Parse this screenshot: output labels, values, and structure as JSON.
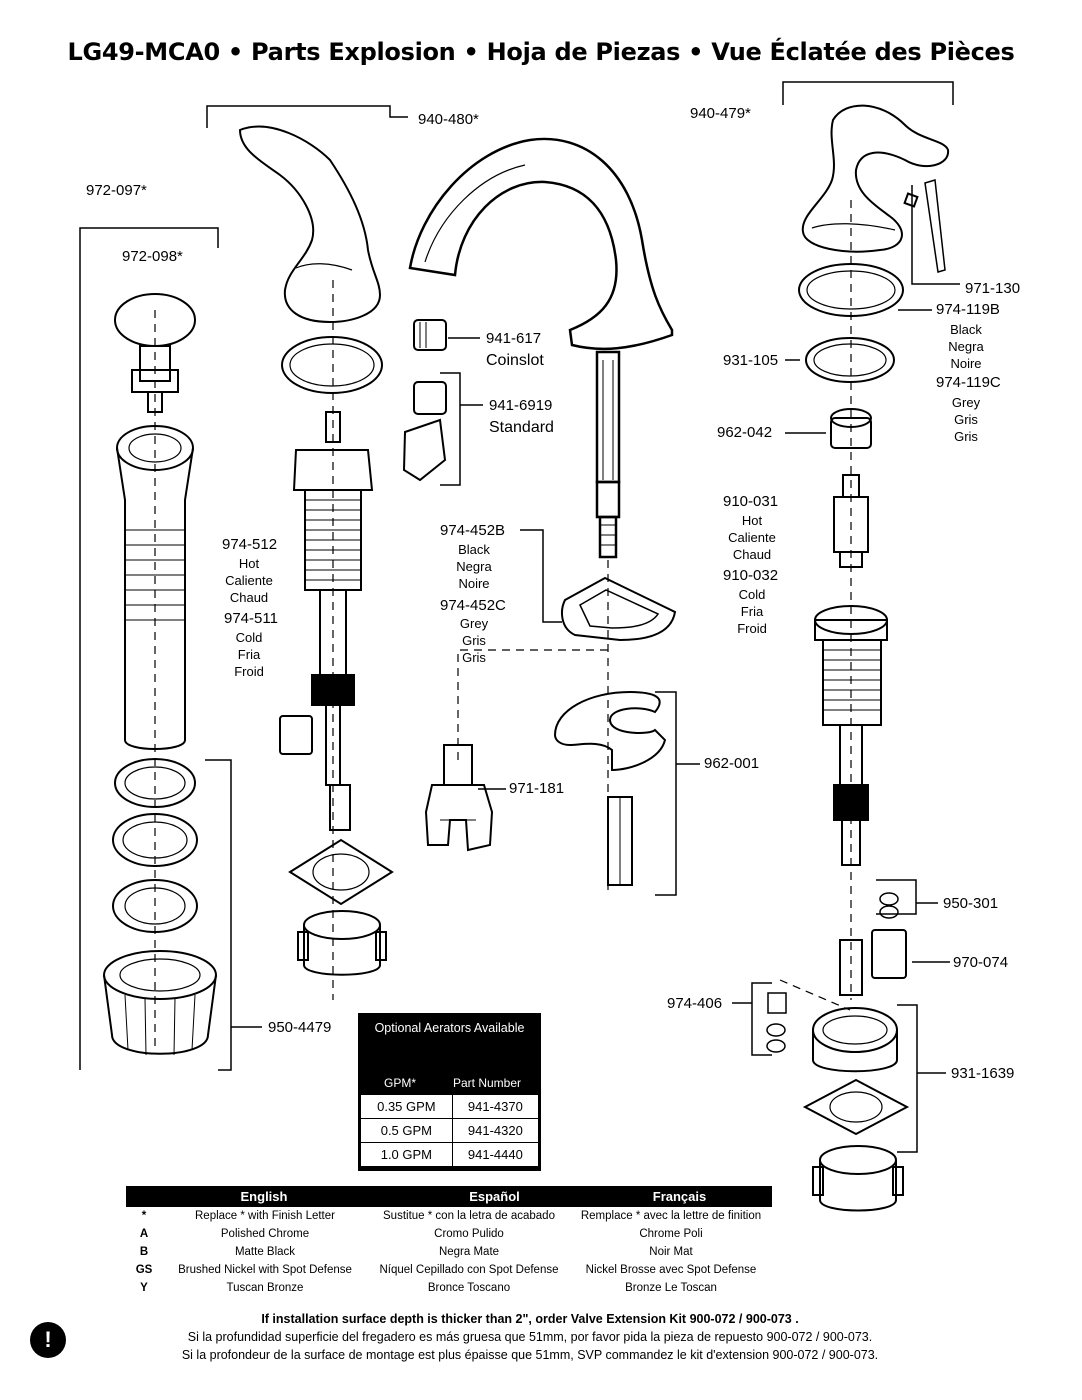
{
  "title": "LG49-MCA0 • Parts Explosion • Hoja de Piezas • Vue Éclatée des Pièces",
  "labels": {
    "p940_480": "940-480*",
    "p940_479": "940-479*",
    "p972_097": "972-097*",
    "p972_098": "972-098*",
    "p941_617": "941-617",
    "p941_617_sub": "Coinslot",
    "p941_6919": "941-6919",
    "p941_6919_sub": "Standard",
    "p971_130": "971-130",
    "p974_119B": "974-119B",
    "p974_119B_sub": [
      "Black",
      "Negra",
      "Noire"
    ],
    "p974_119C": "974-119C",
    "p974_119C_sub": [
      "Grey",
      "Gris",
      "Gris"
    ],
    "p931_105": "931-105",
    "p962_042": "962-042",
    "p910_031": "910-031",
    "p910_031_sub": [
      "Hot",
      "Caliente",
      "Chaud"
    ],
    "p910_032": "910-032",
    "p910_032_sub": [
      "Cold",
      "Fria",
      "Froid"
    ],
    "p974_512": "974-512",
    "p974_512_sub": [
      "Hot",
      "Caliente",
      "Chaud"
    ],
    "p974_511": "974-511",
    "p974_511_sub": [
      "Cold",
      "Fria",
      "Froid"
    ],
    "p974_452B": "974-452B",
    "p974_452B_sub": [
      "Black",
      "Negra",
      "Noire"
    ],
    "p974_452C": "974-452C",
    "p974_452C_sub": [
      "Grey",
      "Gris",
      "Gris"
    ],
    "p962_001": "962-001",
    "p971_181": "971-181",
    "p950_301": "950-301",
    "p970_074": "970-074",
    "p974_406": "974-406",
    "p931_1639": "931-1639",
    "p950_4479": "950-4479"
  },
  "aerators": {
    "heading": "Optional Aerators Available",
    "col_gpm": "GPM*",
    "col_part": "Part Number",
    "rows": [
      {
        "gpm": "0.35 GPM",
        "part": "941-4370"
      },
      {
        "gpm": "0.5 GPM",
        "part": "941-4320"
      },
      {
        "gpm": "1.0 GPM",
        "part": "941-4440"
      }
    ]
  },
  "legend": {
    "headers": {
      "en": "English",
      "es": "Español",
      "fr": "Français"
    },
    "rows": [
      {
        "code": "*",
        "en": "Replace * with Finish Letter",
        "es": "Sustitue * con la letra de acabado",
        "fr": "Remplace * avec la lettre de finition"
      },
      {
        "code": "A",
        "en": "Polished Chrome",
        "es": "Cromo Pulido",
        "fr": "Chrome Poli"
      },
      {
        "code": "B",
        "en": "Matte Black",
        "es": "Negra Mate",
        "fr": "Noir Mat"
      },
      {
        "code": "GS",
        "en": "Brushed Nickel with Spot Defense",
        "es": "Níquel Cepillado con Spot Defense",
        "fr": "Nickel Brosse avec Spot Defense"
      },
      {
        "code": "Y",
        "en": "Tuscan Bronze",
        "es": "Bronce Toscano",
        "fr": "Bronze Le Toscan"
      }
    ]
  },
  "notes": {
    "en": "If installation surface depth is thicker than 2\", order Valve Extension Kit 900-072 / 900-073 .",
    "es": "Si la profundidad superficie del fregadero es más gruesa que 51mm, por favor pida la pieza de repuesto 900-072 / 900-073.",
    "fr": "Si la profondeur de la surface de montage est plus épaisse que 51mm, SVP commandez le kit d'extension 900-072 / 900-073."
  },
  "warning_icon": "!"
}
